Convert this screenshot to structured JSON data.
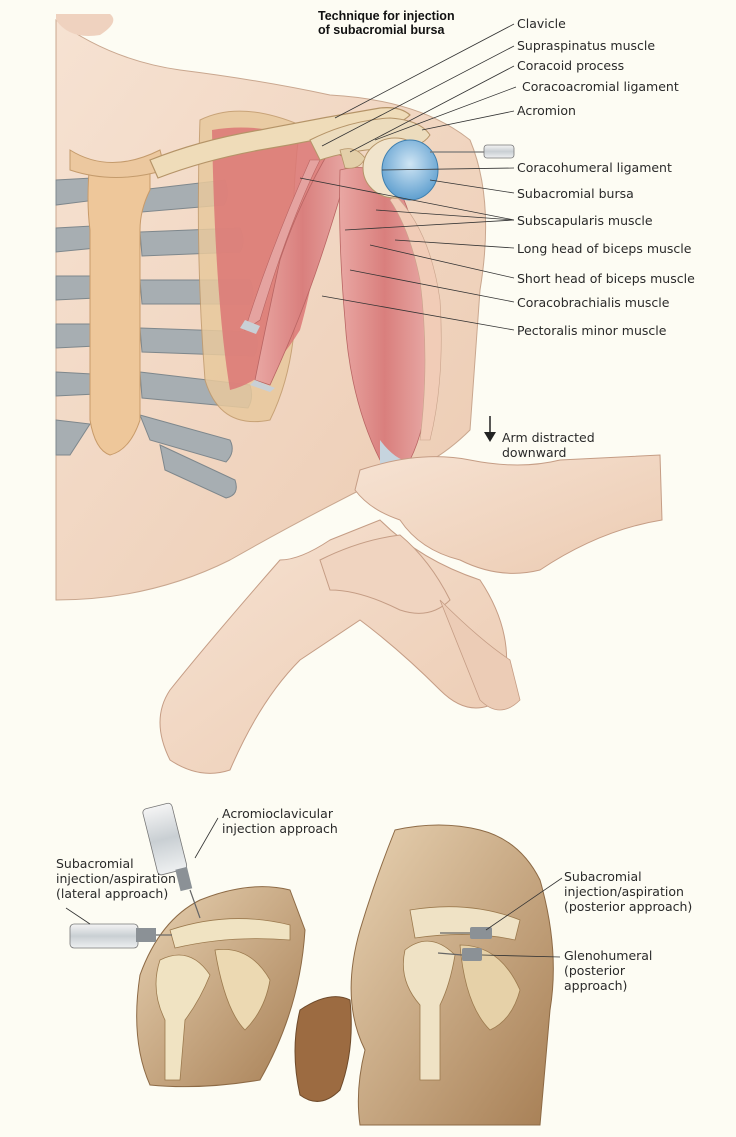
{
  "title": {
    "line1": "Technique for injection",
    "line2": "of subacromial bursa"
  },
  "labels": {
    "clavicle": "Clavicle",
    "supraspinatus": "Supraspinatus muscle",
    "coracoid": "Coracoid process",
    "coracoacromial": "Coracoacromial ligament",
    "acromion": "Acromion",
    "coracohumeral": "Coracohumeral ligament",
    "subacromial_bursa": "Subacromial bursa",
    "subscapularis": "Subscapularis muscle",
    "long_head_biceps": "Long head of biceps muscle",
    "short_head_biceps": "Short head of biceps muscle",
    "coracobrachialis": "Coracobrachialis muscle",
    "pectoralis_minor": "Pectoralis minor muscle"
  },
  "arm_note": {
    "line1": "Arm distracted",
    "line2": "downward"
  },
  "lower_left": {
    "ac_approach": {
      "line1": "Acromioclavicular",
      "line2": "injection approach"
    },
    "lateral": {
      "line1": "Subacromial",
      "line2": "injection/aspiration",
      "line3": "(lateral approach)"
    }
  },
  "lower_right": {
    "posterior": {
      "line1": "Subacromial",
      "line2": "injection/aspiration",
      "line3": "(posterior approach)"
    },
    "glenohumeral": {
      "line1": "Glenohumeral",
      "line2": "(posterior",
      "line3": "approach)"
    }
  }
}
